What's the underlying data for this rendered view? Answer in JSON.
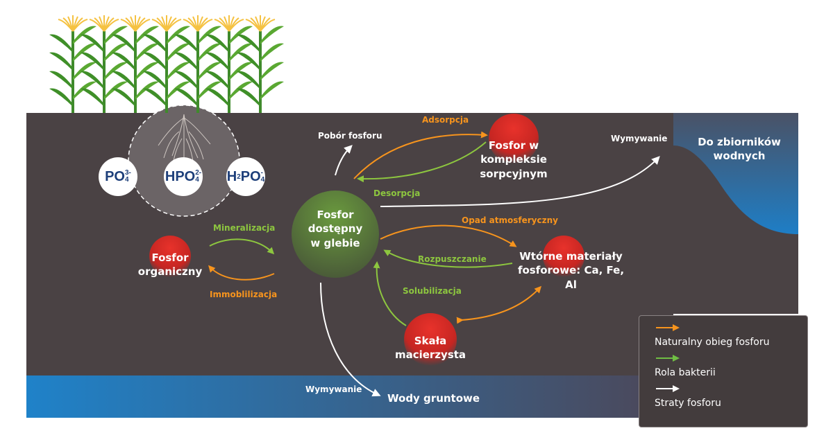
{
  "ions": [
    {
      "base": "PO",
      "sub": "4",
      "sup": "3-",
      "pre": "",
      "pre_sub": ""
    },
    {
      "base": "HPO",
      "sub": "4",
      "sup": "2-",
      "pre": "",
      "pre_sub": ""
    },
    {
      "base": "PO",
      "sub": "4",
      "sup": "-",
      "pre": "H",
      "pre_sub": "2"
    }
  ],
  "nodes": {
    "available": [
      "Fosfor",
      "dostępny",
      "w glebie"
    ],
    "organic": [
      "Fosfor",
      "organiczny"
    ],
    "sorption": [
      "Fosfor w",
      "kompleksie",
      "sorpcyjnym"
    ],
    "secondary": [
      "Wtórne materiały",
      "fosforowe: Ca, Fe, Al"
    ],
    "rock": [
      "Skała",
      "macierzysta"
    ]
  },
  "labels": {
    "uptake": "Pobór fosforu",
    "adsorption": "Adsorpcja",
    "desorption": "Desorpcja",
    "leaching_top": "Wymywanie",
    "water_bodies": [
      "Do zbiorników",
      "wodnych"
    ],
    "mineralization": "Mineralizacja",
    "immobilization": "Immoblilizacja",
    "deposition": "Opad atmosferyczny",
    "dissolution": "Rozpuszczanie",
    "solubilization": "Solubilizacja",
    "leaching_bottom": "Wymywanie",
    "groundwater": "Wody gruntowe"
  },
  "legend": {
    "items": [
      {
        "label": "Naturalny obieg fosforu",
        "color": "#f7941d"
      },
      {
        "label": "Rola bakterii",
        "color": "#6fbe44"
      },
      {
        "label": "Straty fosforu",
        "color": "#ffffff"
      }
    ]
  },
  "colors": {
    "soil": "#4a4244",
    "orange_arrow": "#f7941d",
    "green_arrow": "#8dc63f",
    "white_arrow": "#ffffff",
    "water_blue": "#1f7fc8",
    "red_node": "#d42a27",
    "green_node": "#5e8a3a"
  }
}
